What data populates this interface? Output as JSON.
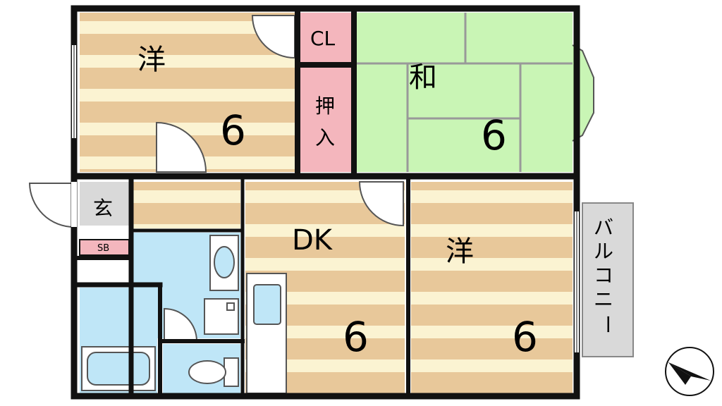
{
  "floorplan": {
    "rooms": {
      "western_top": {
        "name": "洋",
        "size": "6"
      },
      "japanese": {
        "name": "和",
        "size": "6"
      },
      "dk": {
        "name": "DK",
        "size": "6"
      },
      "western_bottom": {
        "name": "洋",
        "size": "6"
      }
    },
    "closet": "CL",
    "oshiire": [
      "押",
      "入"
    ],
    "genkan": "玄",
    "shoebox": "SB",
    "balcony": [
      "バ",
      "ル",
      "コ",
      "ニ",
      "ー"
    ]
  },
  "colors": {
    "wood_stripe": "#e8c89a",
    "wood_light": "#fbf3d2",
    "tatami": "#c9f5b5",
    "pink": "#f4b6bd",
    "wet": "#bfe6f7",
    "gray": "#d9d9d9",
    "wall": "#111111"
  },
  "icons": [
    "compass-icon",
    "bathtub-icon",
    "toilet-icon",
    "sink-icon",
    "washer-icon"
  ]
}
